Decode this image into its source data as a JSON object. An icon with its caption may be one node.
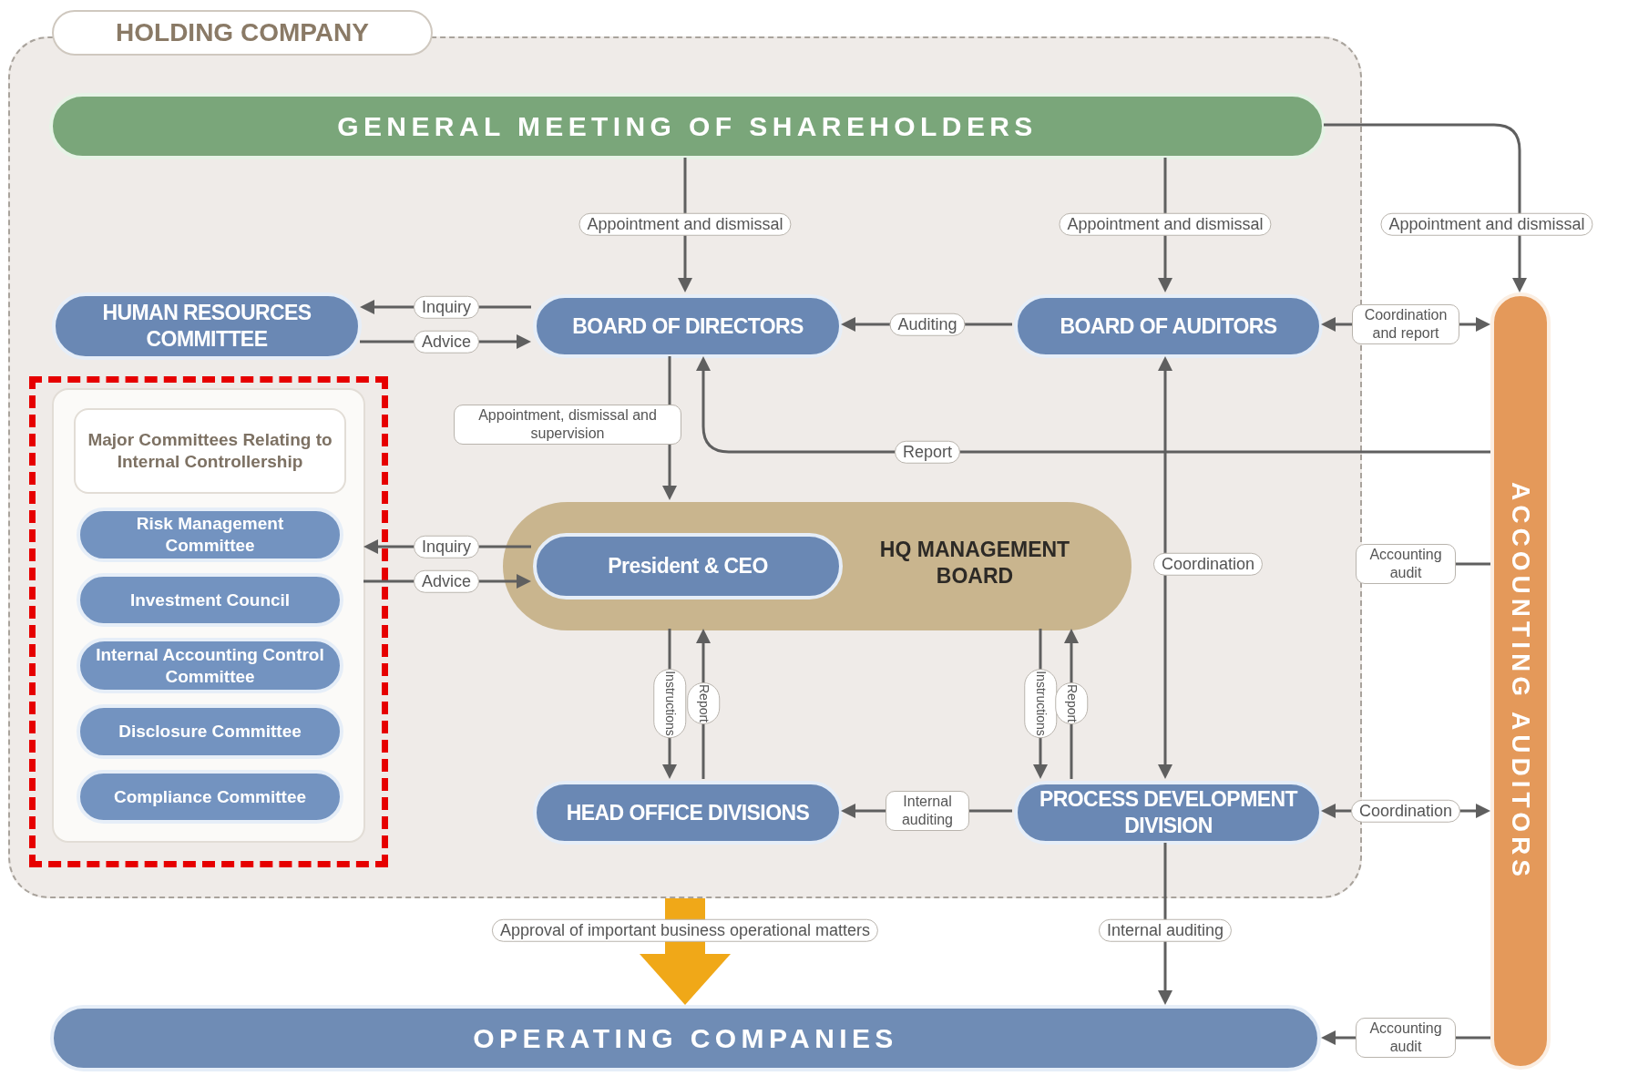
{
  "diagram": {
    "nodes": [
      {
        "text": [
          "HOLDING COMPANY"
        ]
      },
      {
        "text": [
          "GENERAL MEETING OF SHAREHOLDERS"
        ],
        "in": 0
      },
      {
        "text": [
          "HUMAN RESOURCES COMMITTEE"
        ],
        "in": 0
      },
      {
        "text": [
          "BOARD OF DIRECTORS"
        ],
        "in": 0
      },
      {
        "text": [
          "BOARD OF AUDITORS"
        ],
        "in": 0
      },
      {
        "text": [],
        "shape": "box",
        "in": 0
      },
      {
        "text": [
          "Major Committees Relating to Internal Controllership"
        ],
        "in": 5
      },
      {
        "text": [
          "Risk Management Committee"
        ],
        "in": 5
      },
      {
        "text": [
          "Investment Council"
        ],
        "in": 5
      },
      {
        "text": [
          "Internal Accounting Control Committee"
        ],
        "in": 5
      },
      {
        "text": [
          "Disclosure Committee"
        ],
        "in": 5
      },
      {
        "text": [
          "Compliance Committee"
        ],
        "in": 5
      },
      {
        "text": [
          "HQ MANAGEMENT BOARD"
        ],
        "in": 0
      },
      {
        "text": [
          "President & CEO"
        ],
        "in": 12
      },
      {
        "text": [
          "HEAD OFFICE DIVISIONS"
        ],
        "in": 0
      },
      {
        "text": [
          "PROCESS DEVELOPMENT DIVISION"
        ],
        "in": 0
      },
      {
        "text": [
          "OPERATING COMPANIES"
        ]
      },
      {
        "text": [
          "ACCOUNTING AUDITORS"
        ]
      }
    ],
    "edges": [
      {
        "from": 1,
        "to": 3,
        "arrow": "to",
        "label": "Appointment and dismissal"
      },
      {
        "from": 1,
        "to": 4,
        "arrow": "to",
        "label": "Appointment and dismissal"
      },
      {
        "from": 1,
        "to": 17,
        "arrow": "to",
        "label": "Appointment and dismissal"
      },
      {
        "from": 3,
        "to": 2,
        "arrow": "to",
        "label": "Inquiry"
      },
      {
        "from": 2,
        "to": 3,
        "arrow": "to",
        "label": "Advice"
      },
      {
        "from": 4,
        "to": 3,
        "arrow": "to",
        "label": "Auditing"
      },
      {
        "from": 4,
        "to": 17,
        "arrow": "both",
        "label": "Coordination and report"
      },
      {
        "from": 3,
        "to": 12,
        "arrow": "to",
        "label": "Appointment, dismissal and supervision"
      },
      {
        "from": 17,
        "to": 3,
        "arrow": "to",
        "label": "Report"
      },
      {
        "from": 4,
        "to": 15,
        "arrow": "both",
        "label": "Coordination"
      },
      {
        "from": 17,
        "to": 0,
        "arrow": "to",
        "label": "Accounting audit"
      },
      {
        "from": 13,
        "to": 5,
        "arrow": "to",
        "label": "Inquiry"
      },
      {
        "from": 5,
        "to": 13,
        "arrow": "to",
        "label": "Advice"
      },
      {
        "from": 12,
        "to": 14,
        "arrow": "to",
        "label": "Instructions"
      },
      {
        "from": 14,
        "to": 12,
        "arrow": "to",
        "label": "Report"
      },
      {
        "from": 12,
        "to": 15,
        "arrow": "to",
        "label": "Instructions"
      },
      {
        "from": 15,
        "to": 12,
        "arrow": "to",
        "label": "Report"
      },
      {
        "from": 15,
        "to": 14,
        "arrow": "to",
        "label": "Internal auditing"
      },
      {
        "from": 15,
        "to": 17,
        "arrow": "both",
        "label": "Coordination"
      },
      {
        "from": 15,
        "to": 16,
        "arrow": "to",
        "label": "Internal auditing"
      },
      {
        "from": 17,
        "to": 16,
        "arrow": "to",
        "label": "Accounting audit"
      },
      {
        "from": 0,
        "to": 16,
        "arrow": "to",
        "label": "Approval of important business operational matters",
        "style": "thick",
        "color": "#f0a818"
      }
    ]
  }
}
